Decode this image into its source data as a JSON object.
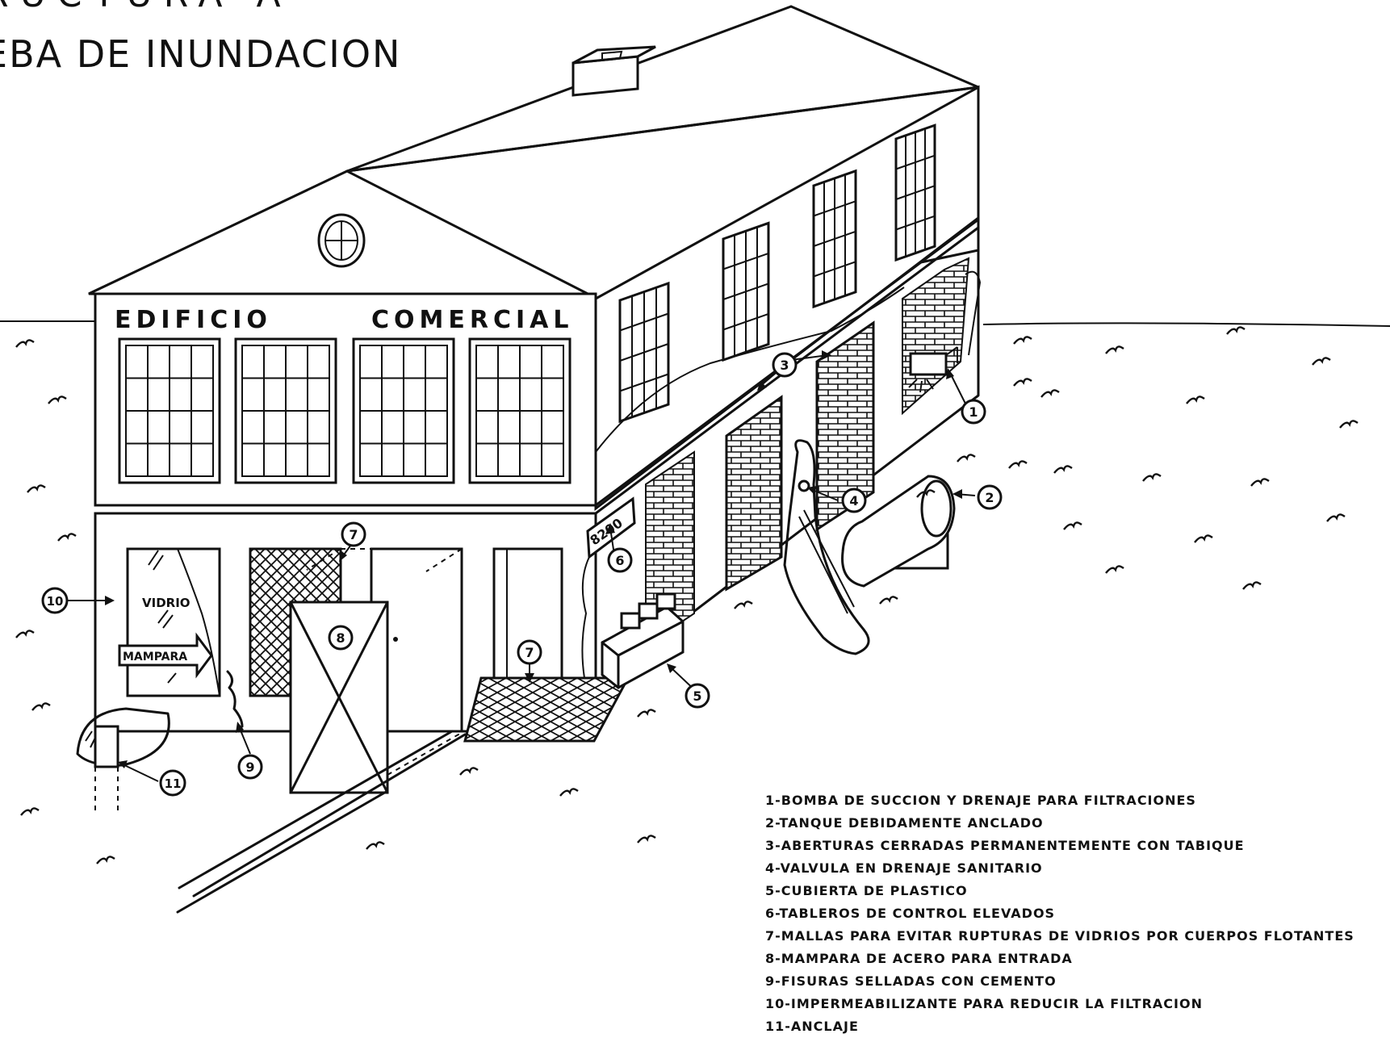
{
  "title": {
    "top_line": "RUCTURA A",
    "main_line": "EBA DE INUNDACION"
  },
  "building": {
    "sign_left": "EDIFICIO",
    "sign_right": "COMERCIAL",
    "window_label": "VIDRIO",
    "screen_label": "MAMPARA",
    "panel_label": "8200"
  },
  "callouts": [
    "1",
    "2",
    "3",
    "4",
    "5",
    "6",
    "7",
    "8",
    "9",
    "10",
    "11"
  ],
  "legend": [
    "1-BOMBA DE SUCCION Y DRENAJE PARA FILTRACIONES",
    "2-TANQUE DEBIDAMENTE ANCLADO",
    "3-ABERTURAS CERRADAS PERMANENTEMENTE CON TABIQUE",
    "4-VALVULA EN DRENAJE SANITARIO",
    "5-CUBIERTA DE PLASTICO",
    "6-TABLEROS DE CONTROL ELEVADOS",
    "7-MALLAS PARA EVITAR RUPTURAS DE VIDRIOS POR CUERPOS FLOTANTES",
    "8-MAMPARA DE ACERO PARA ENTRADA",
    "9-FISURAS SELLADAS CON CEMENTO",
    "10-IMPERMEABILIZANTE PARA REDUCIR LA FILTRACION",
    "11-ANCLAJE"
  ]
}
